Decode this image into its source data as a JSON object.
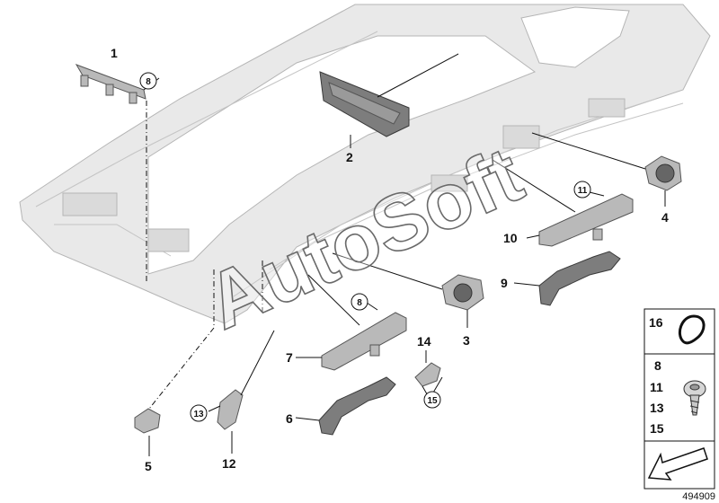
{
  "watermark": "AutoSoft",
  "diagram_id": "494909",
  "callouts": {
    "c1": "1",
    "c2": "2",
    "c3": "3",
    "c4": "4",
    "c5": "5",
    "c6": "6",
    "c7": "7",
    "c9": "9",
    "c10": "10",
    "c12": "12",
    "c14": "14"
  },
  "circled": {
    "c8a": "8",
    "c8b": "8",
    "c11": "11",
    "c13": "13",
    "c15": "15"
  },
  "legend": {
    "clip_number": "16",
    "screw_numbers": [
      "8",
      "11",
      "13",
      "15"
    ]
  },
  "colors": {
    "liner": "#e9e9e9",
    "part_light": "#b9b9b9",
    "part_dark": "#7d7d7d"
  }
}
